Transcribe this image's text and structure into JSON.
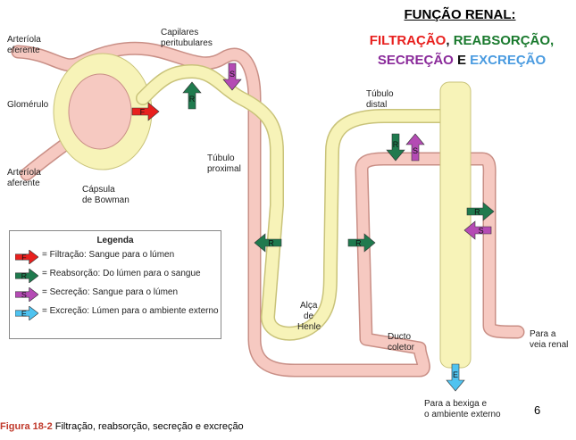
{
  "title": {
    "heading": "FUNÇÃO RENAL:",
    "line1": [
      {
        "text": "FILTRAÇÃO",
        "color": "#e8201e"
      },
      {
        "text": ", ",
        "color": "#111111"
      },
      {
        "text": "REABSORÇÃO,",
        "color": "#1a7a2e"
      }
    ],
    "line2": [
      {
        "text": "SECREÇÃO",
        "color": "#8a2a9a"
      },
      {
        "text": " E ",
        "color": "#111111"
      },
      {
        "text": "EXCREÇÃO",
        "color": "#4a9be0"
      }
    ]
  },
  "labels": {
    "arteriola_eferente": [
      "Arteríola",
      "eferente"
    ],
    "capilares": [
      "Capilares",
      "peritubulares"
    ],
    "glomerulo": "Glomérulo",
    "arteriola_aferente": [
      "Arteríola",
      "aferente"
    ],
    "capsula": [
      "Cápsula",
      "de Bowman"
    ],
    "tubulo_proximal": [
      "Túbulo",
      "proximal"
    ],
    "tubulo_distal": [
      "Túbulo",
      "distal"
    ],
    "alca": [
      "Alça",
      "de",
      "Henle"
    ],
    "ducto": [
      "Ducto",
      "coletor"
    ],
    "veia": [
      "Para a",
      "veia renal"
    ],
    "bexiga": [
      "Para a bexiga e",
      "o ambiente externo"
    ]
  },
  "arrow_letters": {
    "F": "F",
    "R": "R",
    "S": "S",
    "E": "E"
  },
  "colors": {
    "F": "#e8201e",
    "R": "#1f7a4e",
    "S": "#b44bb4",
    "E": "#4fc3f0",
    "tubule": "#f4bdb4",
    "lumen": "#f7f3b8"
  },
  "legend": {
    "title": "Legenda",
    "items": [
      {
        "key": "F",
        "text": "= Filtração: Sangue para o lúmen"
      },
      {
        "key": "R",
        "text": "= Reabsorção: Do lúmen para o sangue"
      },
      {
        "key": "S",
        "text": "= Secreção: Sangue para o lúmen"
      },
      {
        "key": "E",
        "text": "= Excreção: Lúmen para o ambiente externo"
      }
    ]
  },
  "caption": {
    "figure": "Figura 18-2",
    "text": " Filtração, reabsorção, secreção e excreção"
  },
  "page_number": "6"
}
